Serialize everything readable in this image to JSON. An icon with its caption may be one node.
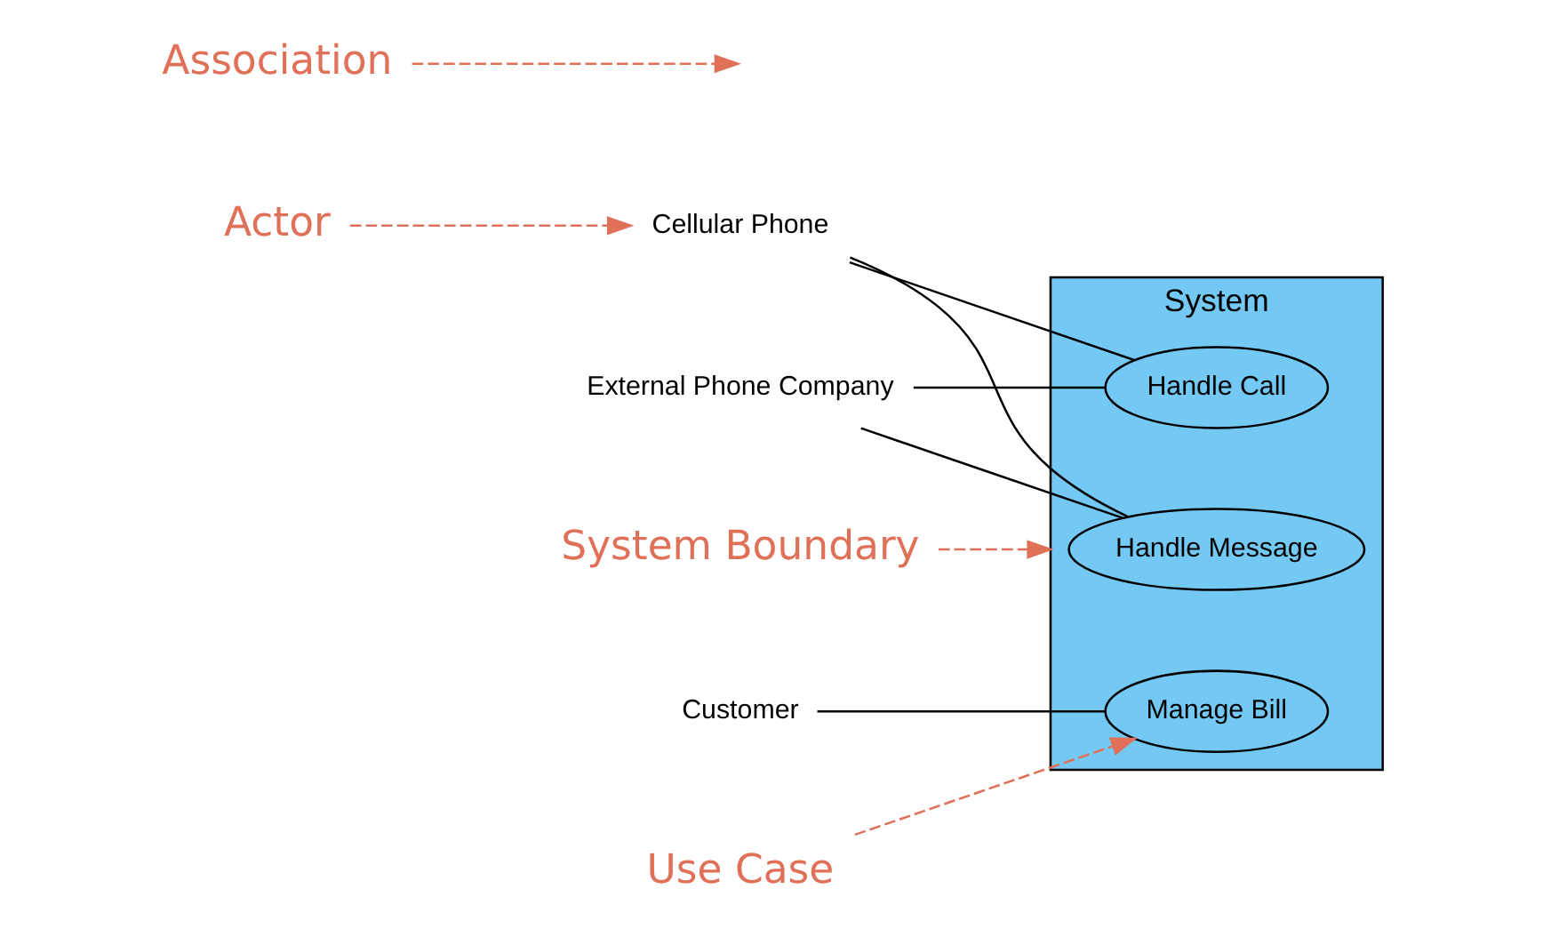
{
  "diagram": {
    "nodes": [
      {
        "text": [
          "System"
        ]
      },
      {
        "text": [
          "Handle Message"
        ],
        "in": 0
      },
      {
        "text": [
          "Handle Call"
        ],
        "in": 0
      },
      {
        "text": [
          "Manage Bill"
        ],
        "in": 0
      },
      {
        "text": [
          "Cellular Phone"
        ]
      },
      {
        "text": [
          "External Phone Company"
        ]
      },
      {
        "text": [
          "Customer"
        ]
      },
      {
        "text": [
          "Actor"
        ]
      },
      {
        "text": [
          "Association"
        ]
      },
      {
        "text": [
          "System Boundary"
        ]
      },
      {
        "text": [
          "Use Case"
        ]
      }
    ],
    "edges": [
      {
        "from": 4,
        "to": 1,
        "arrow": "none"
      },
      {
        "from": 4,
        "to": 2,
        "arrow": "none"
      },
      {
        "from": 5,
        "to": 1,
        "arrow": "none"
      },
      {
        "from": 5,
        "to": 2,
        "arrow": "none"
      },
      {
        "from": 6,
        "to": 3,
        "arrow": "none"
      },
      {
        "from": 7,
        "to": 4,
        "arrow": "to",
        "style": "dashed",
        "color": "#e07058"
      },
      {
        "from": 8,
        "to": null,
        "arrow": "to",
        "style": "dashed",
        "color": "#e07058"
      },
      {
        "from": 9,
        "to": 0,
        "arrow": "to",
        "style": "dashed",
        "color": "#e07058"
      },
      {
        "from": 10,
        "to": 3,
        "arrow": "to",
        "style": "dashed",
        "color": "#e07058"
      }
    ]
  }
}
